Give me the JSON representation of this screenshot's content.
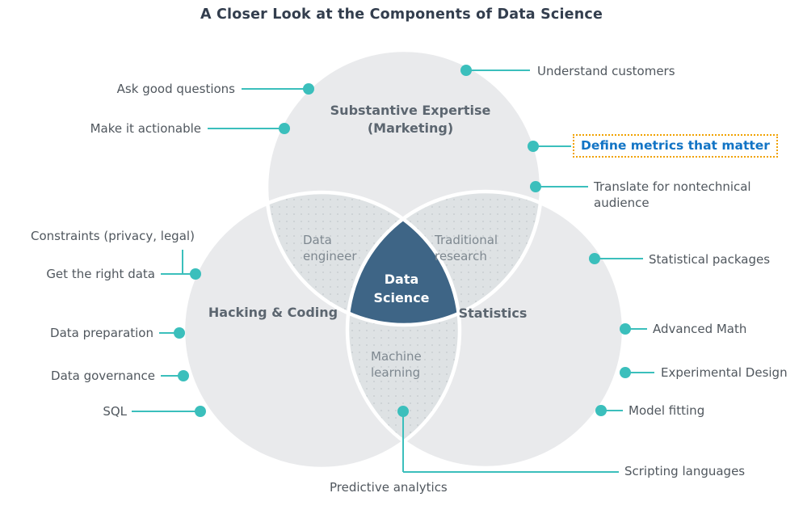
{
  "title": "A Closer Look at the Components of Data Science",
  "venn": {
    "circle_top_label": "Substantive Expertise (Marketing)",
    "circle_left_label": "Hacking & Coding",
    "circle_right_label": "Statistics",
    "overlap_top_left_label": "Data engineer",
    "overlap_top_right_label": "Traditional research",
    "overlap_bottom_label": "Machine learning",
    "center_label": "Data Science"
  },
  "annotations": {
    "understand_customers": "Understand customers",
    "ask_good_questions": "Ask good questions",
    "make_it_actionable": "Make it actionable",
    "define_metrics_that_matter": "Define metrics that matter",
    "translate_for_nontechnical_audience": "Translate for nontechnical audience",
    "constraints_privacy_legal": "Constraints (privacy, legal)",
    "get_the_right_data": "Get the right data",
    "statistical_packages": "Statistical packages",
    "data_preparation": "Data preparation",
    "advanced_math": "Advanced Math",
    "data_governance": "Data governance",
    "experimental_design": "Experimental Design",
    "sql": "SQL",
    "model_fitting": "Model fitting",
    "scripting_languages": "Scripting languages",
    "predictive_analytics": "Predictive analytics"
  },
  "colors": {
    "accent_teal": "#3bbfbc",
    "circle_fill": "#e9eaec",
    "overlap_fill": "#dee2e4",
    "overlap_dot_texture": "#ccd1d4",
    "center_fill": "#3e6586",
    "title_text": "#333e4e",
    "label_text": "#50575e",
    "circle_label_text": "#5c6670",
    "overlap_label_text": "#7e8890",
    "highlight_text": "#1274c5",
    "highlight_border": "#f0a202"
  }
}
